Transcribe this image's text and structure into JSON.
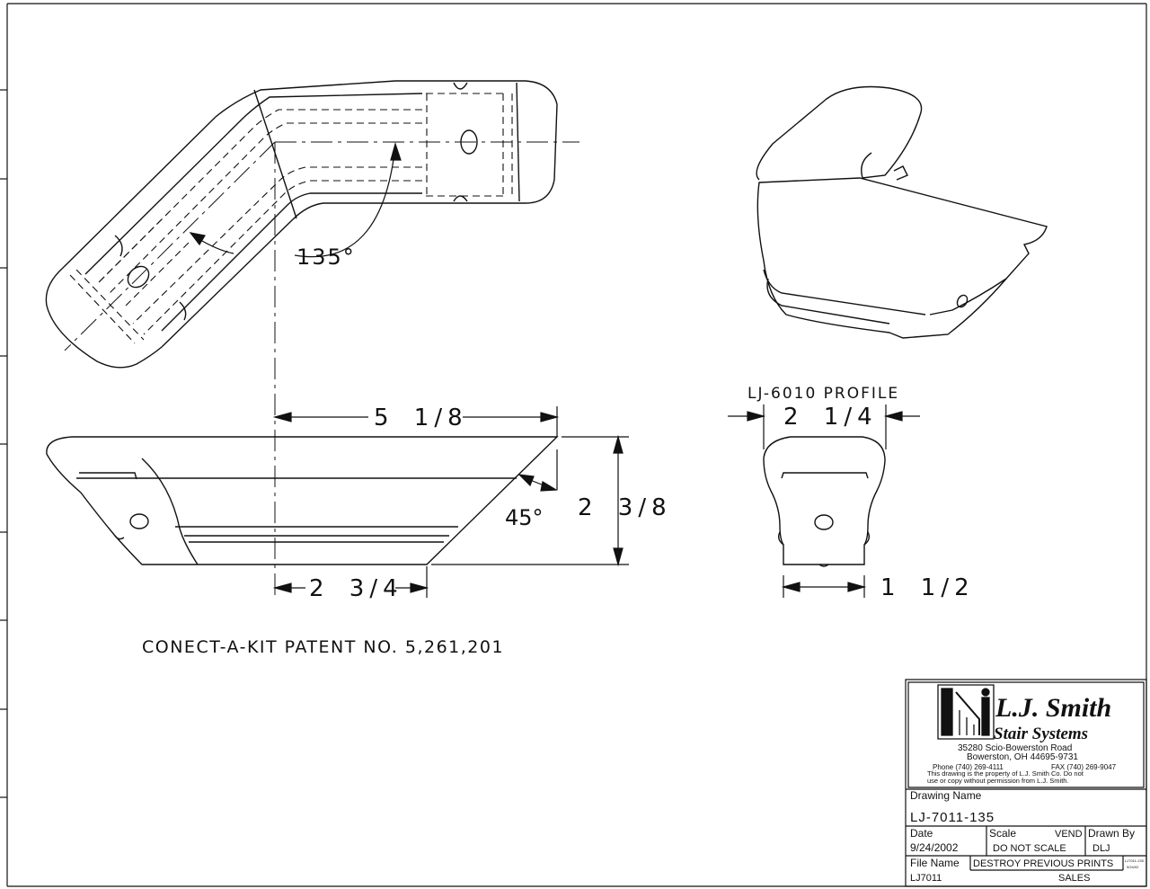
{
  "dimensions": {
    "angle_plan": "135°",
    "length_top": "5 1/8",
    "height_side": "2 3/8",
    "angle_side": "45°",
    "length_bottom": "2 3/4",
    "profile_width": "2 1/4",
    "profile_base": "1 1/2"
  },
  "profile_title": "LJ-6010 PROFILE",
  "patent_note": "CONECT-A-KIT PATENT NO. 5,261,201",
  "title_block": {
    "company_line1": "L.J. Smith",
    "company_line2": "Stair Systems",
    "address1": "35280 Scio-Bowerston Road",
    "address2": "Bowerston, OH 44695-9731",
    "phone": "Phone (740) 269-4111",
    "fax": "FAX (740) 269-9047",
    "notice1": "This drawing is the property of L.J. Smith Co. Do not",
    "notice2": "use or copy without permission from L.J. Smith.",
    "drawing_name_label": "Drawing Name",
    "drawing_name": "LJ-7011-135",
    "date_label": "Date",
    "date": "9/24/2002",
    "scale_label": "Scale",
    "vend_label": "VEND",
    "scale": "DO NOT SCALE",
    "drawn_by_label": "Drawn By",
    "drawn_by": "DLJ",
    "file_name_label": "File Name",
    "file_name": "LJ7011",
    "notice_box": "DESTROY PREVIOUS PRINTS",
    "dept": "SALES",
    "stamp1": "LJ7011-135",
    "stamp2": "9/24/02"
  }
}
